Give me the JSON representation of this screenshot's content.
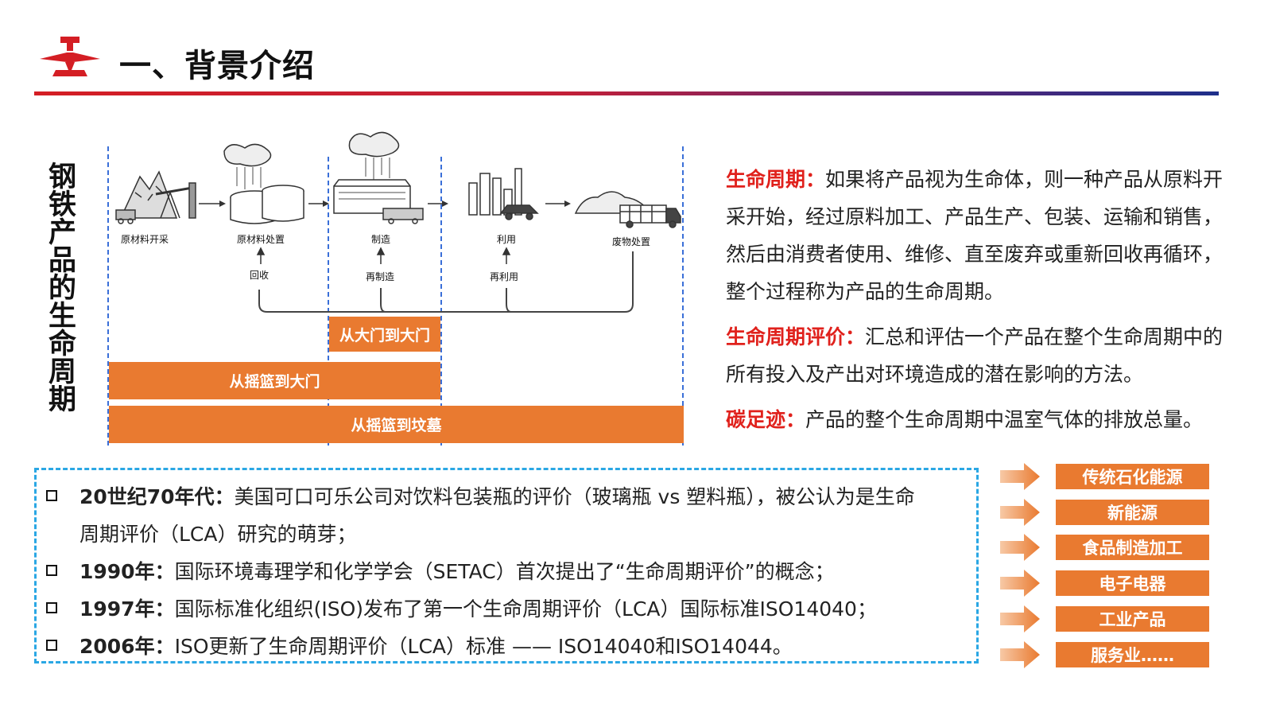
{
  "header": {
    "title": "一、背景介绍"
  },
  "vertical_title": "钢铁产品的生命周期",
  "diagram": {
    "stages": [
      "原材料开采",
      "原材料处置",
      "制造",
      "利用",
      "废物处置"
    ],
    "feedback_labels": [
      "回收",
      "再制造",
      "再利用"
    ],
    "bars": {
      "gate_to_gate": "从大门到大门",
      "cradle_to_gate": "从摇篮到大门",
      "cradle_to_grave": "从摇篮到坟墓"
    }
  },
  "definitions": [
    {
      "term": "生命周期：",
      "text": "如果将产品视为生命体，则一种产品从原料开采开始，经过原料加工、产品生产、包装、运输和销售，然后由消费者使用、维修、直至废弃或重新回收再循环，整个过程称为产品的生命周期。"
    },
    {
      "term": "生命周期评价：",
      "text": "汇总和评估一个产品在整个生命周期中的所有投入及产出对环境造成的潜在影响的方法。"
    },
    {
      "term": "碳足迹：",
      "text": "产品的整个生命周期中温室气体的排放总量。"
    }
  ],
  "history": [
    {
      "year": "20世纪70年代：",
      "text": "美国可口可乐公司对饮料包装瓶的评价（玻璃瓶 vs 塑料瓶），被公认为是生命",
      "text_cont": "周期评价（LCA）研究的萌芽；"
    },
    {
      "year": "1990年：",
      "text": "国际环境毒理学和化学学会（SETAC）首次提出了“生命周期评价”的概念；"
    },
    {
      "year": "1997年：",
      "text": "国际标准化组织(ISO)发布了第一个生命周期评价（LCA）国际标准ISO14040；"
    },
    {
      "year": "2006年：",
      "text": "ISO更新了生命周期评价（LCA）标准 —— ISO14040和ISO14044。"
    }
  ],
  "industries": [
    "传统石化能源",
    "新能源",
    "食品制造加工",
    "电子电器",
    "工业产品",
    "服务业……"
  ],
  "colors": {
    "accent_red": "#e0211c",
    "bar_orange": "#e97a30",
    "dash_blue": "#2aa7e4",
    "rule_start": "#d41e24",
    "rule_end": "#1e2f8a"
  },
  "icons": [
    "rail-logo-icon",
    "arrow-right-icon"
  ]
}
